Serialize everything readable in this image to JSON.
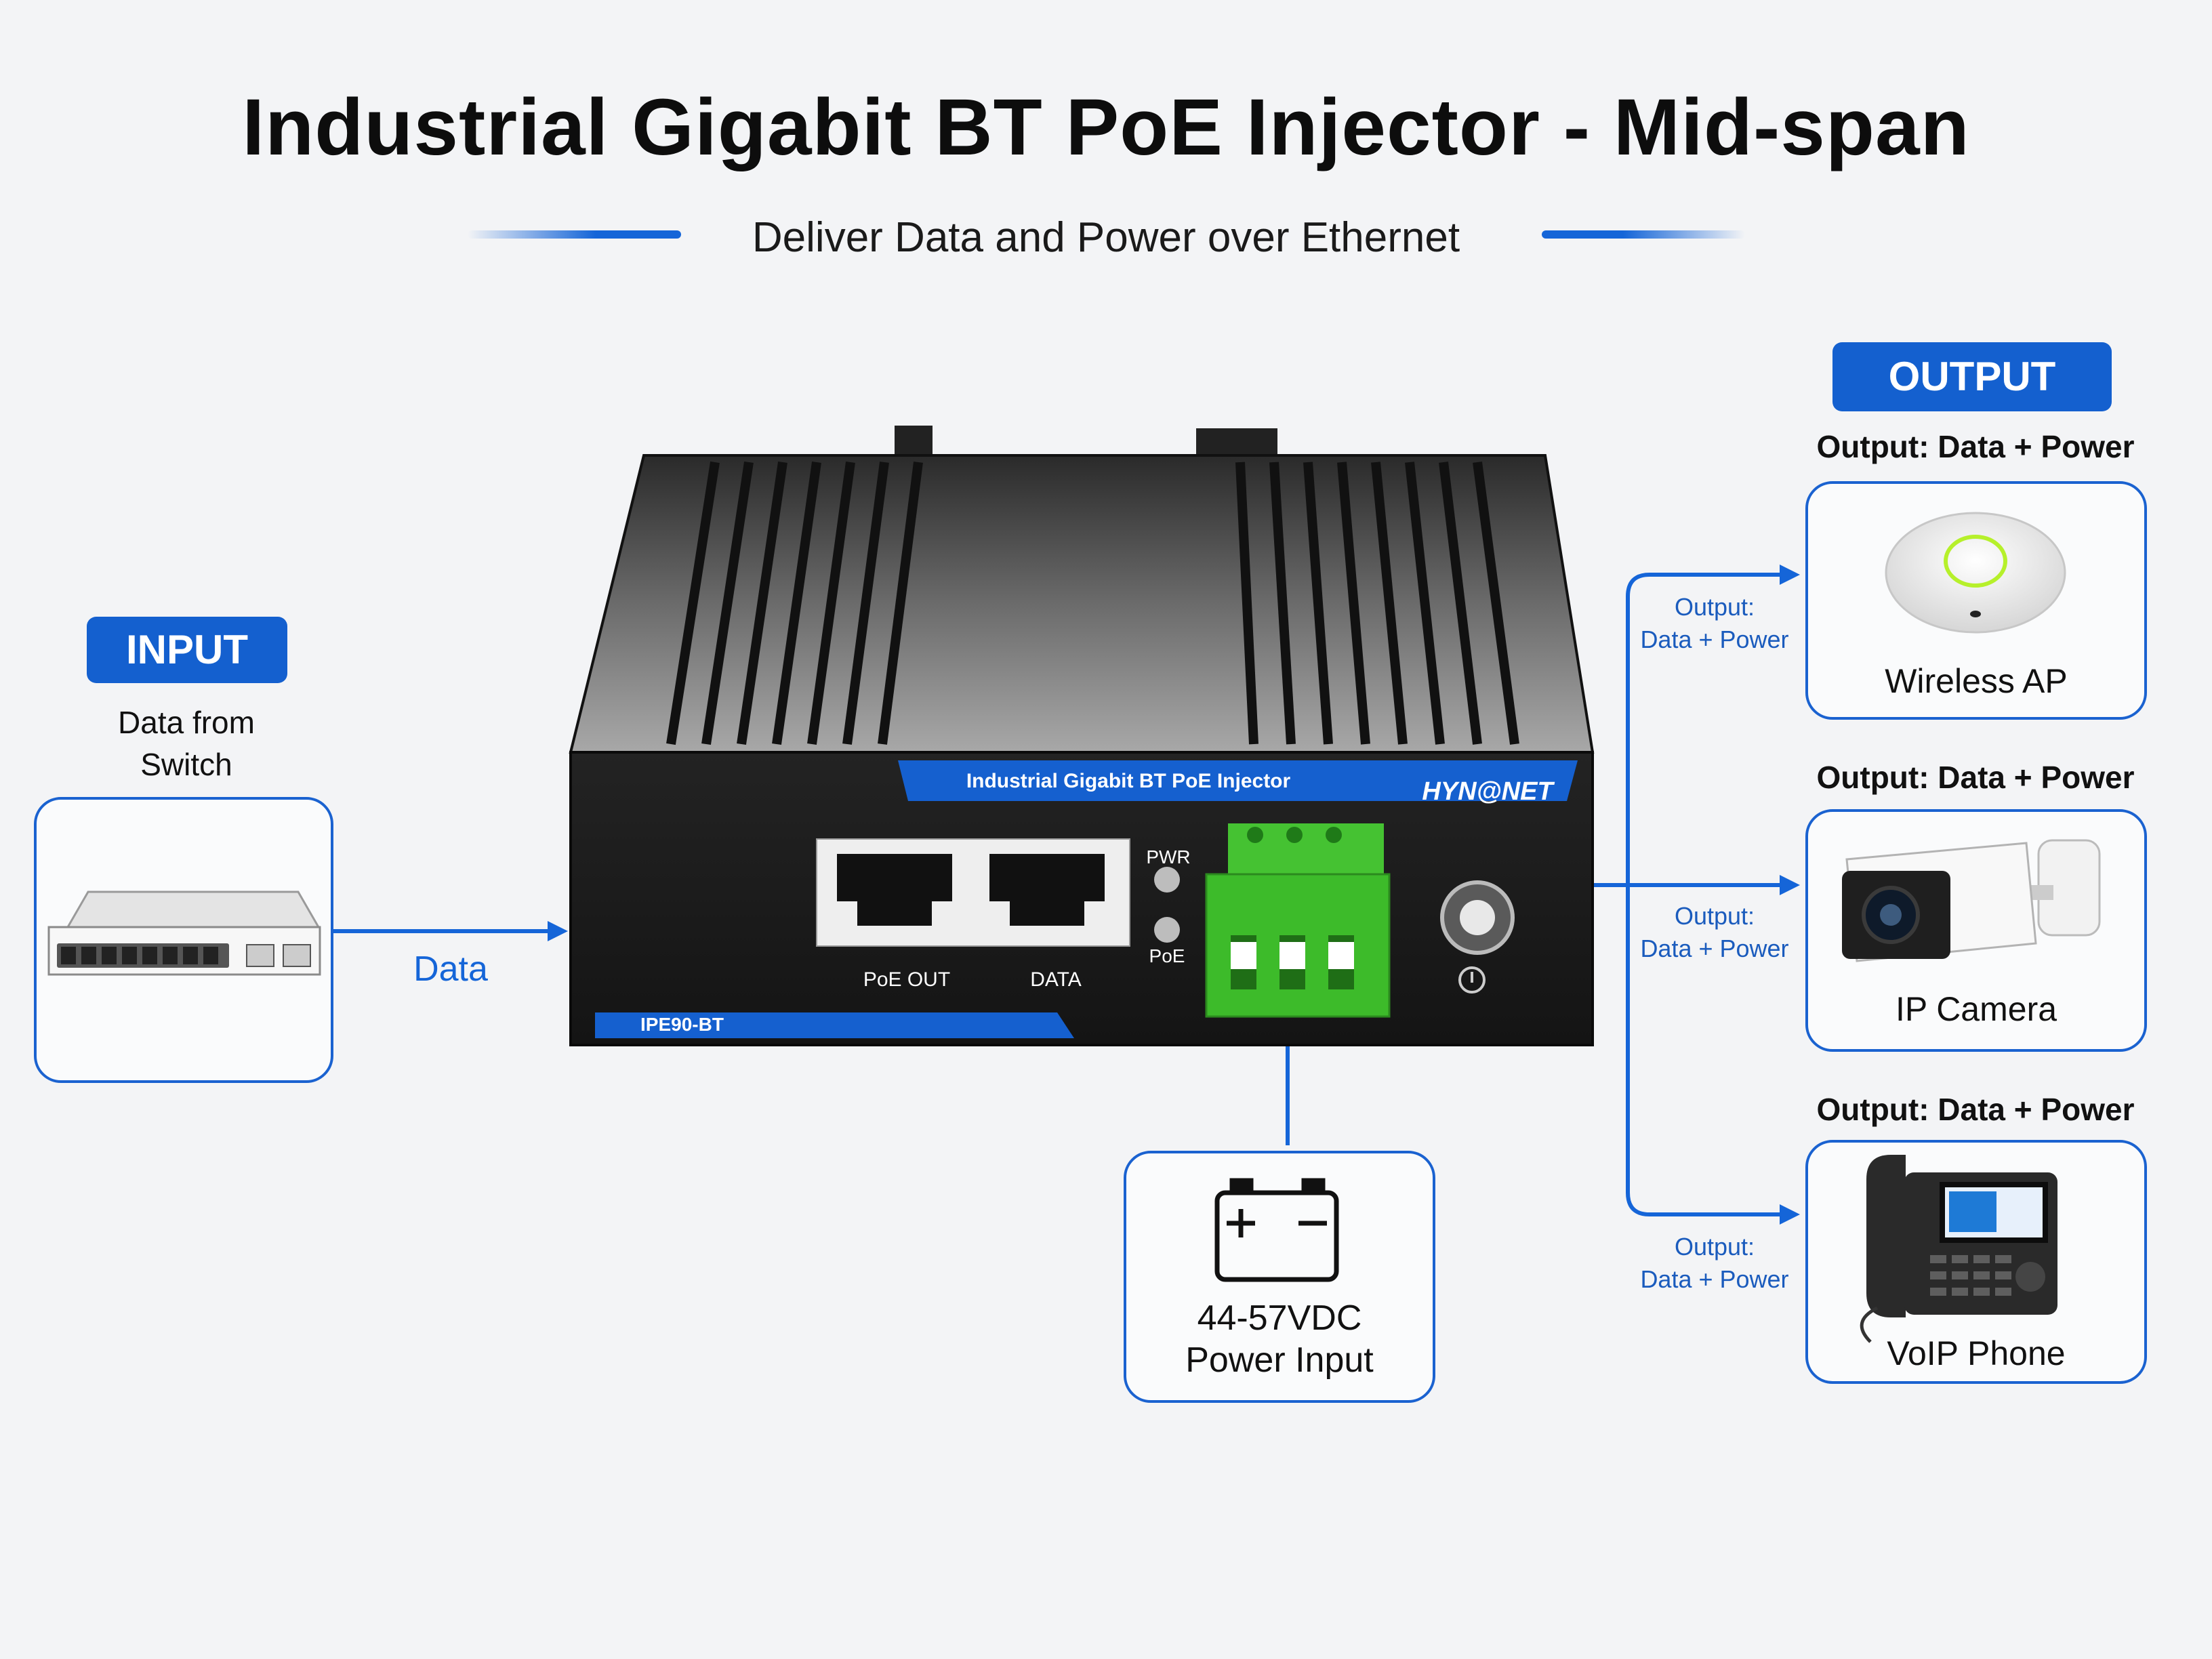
{
  "header": {
    "title": "Industrial Gigabit BT PoE Injector - Mid-span",
    "subtitle": "Deliver Data and Power over Ethernet"
  },
  "input": {
    "badge": "INPUT",
    "description_line1": "Data from",
    "description_line2": "Switch",
    "link_label": "Data"
  },
  "device": {
    "banner": "Industrial Gigabit BT PoE Injector",
    "brand": "HYN@NET",
    "model": "IPE90-BT",
    "port_poe_out": "PoE OUT",
    "port_data": "DATA",
    "led_pwr": "PWR",
    "led_poe": "PoE"
  },
  "power": {
    "voltage": "44-57VDC",
    "label": "Power Input"
  },
  "output": {
    "badge": "OUTPUT",
    "devices": [
      {
        "title": "Output: Data + Power",
        "name": "Wireless AP",
        "link_line1": "Output:",
        "link_line2": "Data + Power"
      },
      {
        "title": "Output: Data + Power",
        "name": "IP Camera",
        "link_line1": "Output:",
        "link_line2": "Data + Power"
      },
      {
        "title": "Output: Data + Power",
        "name": "VoIP Phone",
        "link_line1": "Output:",
        "link_line2": "Data + Power"
      }
    ]
  },
  "colors": {
    "accent": "#1565d8",
    "badge": "#1460cf",
    "terminal_green": "#3dbb2a",
    "device_body": "#1e1e1e"
  }
}
